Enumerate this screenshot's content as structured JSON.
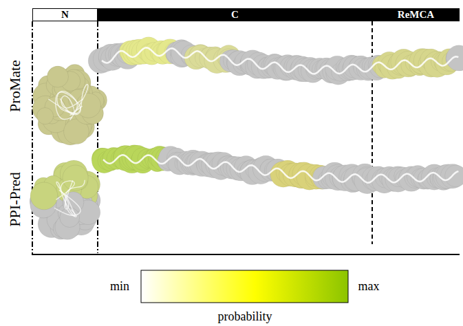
{
  "diagram": {
    "nodes": [
      {
        "text": [
          "N"
        ]
      },
      {
        "text": [
          "C"
        ]
      },
      {
        "text": [
          "ReMCA"
        ]
      }
    ],
    "labels": [
      "ProMate",
      "PPI-Pred",
      "min",
      "max",
      "probability"
    ]
  }
}
